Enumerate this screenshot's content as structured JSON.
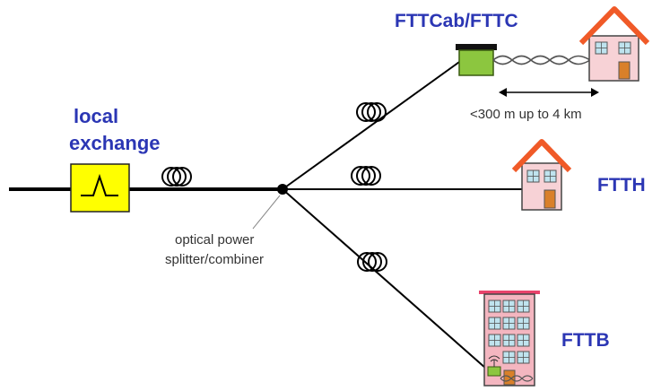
{
  "labels": {
    "local_exchange_line1": "local",
    "local_exchange_line2": "exchange",
    "fttcab": "FTTCab/FTTC",
    "ftth": "FTTH",
    "fttb": "FTTB",
    "distance": "<300 m up to 4 km",
    "splitter_line1": "optical power",
    "splitter_line2": "splitter/combiner"
  },
  "colors": {
    "label_blue": "#2b36b4",
    "exchange_box": "#ffff00",
    "cabinet": "#8cc63f",
    "roof": "#f05a28",
    "house_wall": "#f7d2d6",
    "window": "#bfe3ee",
    "door": "#d9802a",
    "building_wall": "#f4b6c0",
    "line": "#000000"
  },
  "icons": [
    "exchange-switch-icon",
    "fiber-coil-icon",
    "splitter-node-icon",
    "cabinet-icon",
    "house-icon",
    "building-icon",
    "copper-twisted-pair-icon",
    "double-arrow-icon",
    "antenna-icon"
  ]
}
